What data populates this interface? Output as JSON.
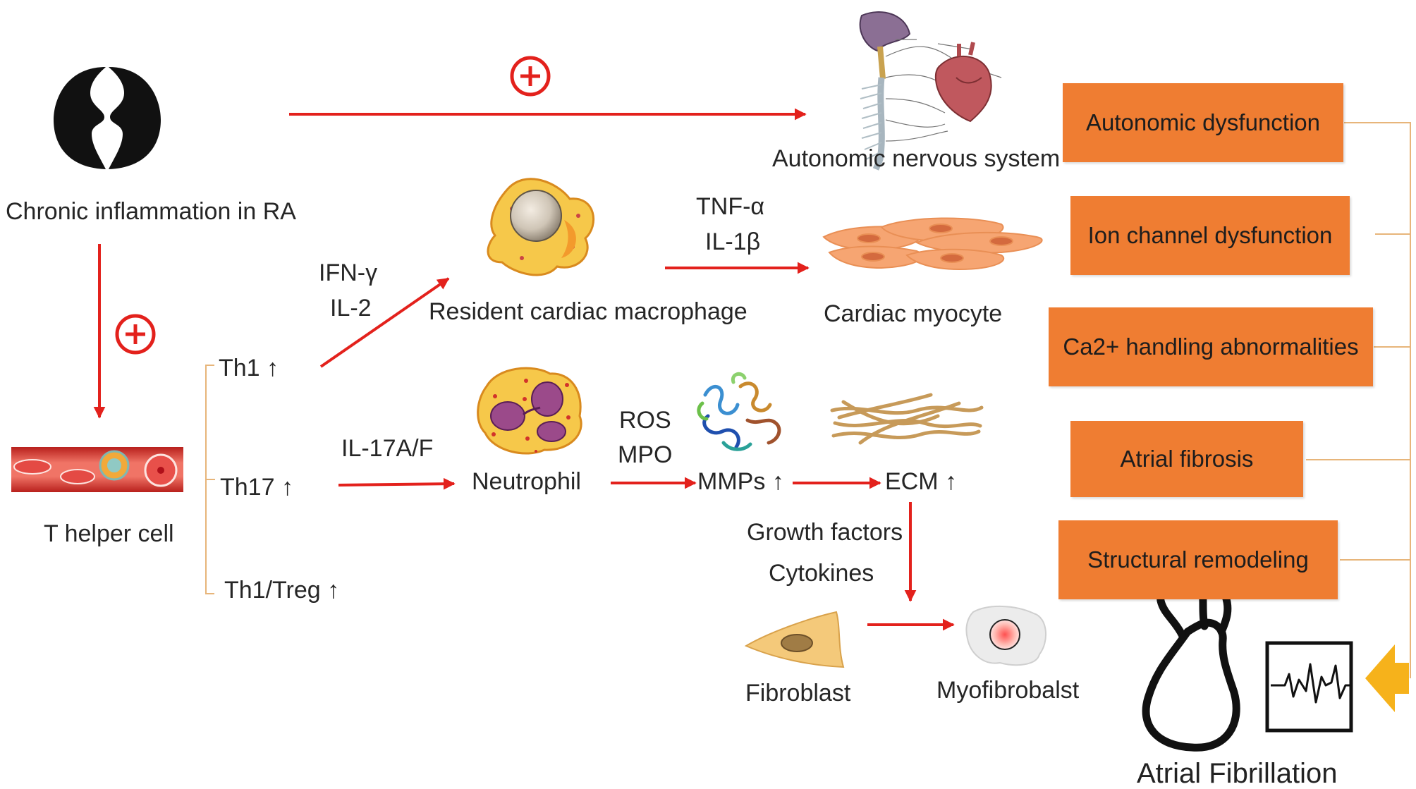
{
  "colors": {
    "arrow": "#e3211c",
    "box_fill": "#ef7d32",
    "bracket": "#e7b57a",
    "yellow_arrow": "#f6b21b"
  },
  "icons": [
    "ra-joint-icon",
    "blood-vessel-icon",
    "macrophage-icon",
    "neutrophil-icon",
    "mmp-protein-icon",
    "ecm-fibers-icon",
    "cardiac-myocyte-icon",
    "nervous-system-heart-icon",
    "fibroblast-icon",
    "myofibroblast-icon",
    "heart-outline-icon",
    "ecg-monitor-icon"
  ],
  "nodes": {
    "chronic_inflammation": "Chronic inflammation in RA",
    "t_helper": "T helper cell",
    "th1": "Th1 ↑",
    "th17": "Th17 ↑",
    "th1_treg": "Th1/Treg ↑",
    "macrophage": "Resident cardiac macrophage",
    "neutrophil": "Neutrophil",
    "mmps": "MMPs ↑",
    "ecm": "ECM ↑",
    "cardiac_myocyte": "Cardiac myocyte",
    "ans": "Autonomic nervous system",
    "fibroblast": "Fibroblast",
    "myofibroblast": "Myofibrobalst",
    "atrial_fibrillation": "Atrial Fibrillation"
  },
  "edge_labels": {
    "ifn": "IFN-γ",
    "il2": "IL-2",
    "il17": "IL-17A/F",
    "tnf": "TNF-α",
    "il1b": "IL-1β",
    "ros": "ROS",
    "mpo": "MPO",
    "growth_factors": "Growth factors",
    "cytokines": "Cytokines",
    "plus": "+"
  },
  "mechanisms": [
    "Autonomic dysfunction",
    "Ion channel dysfunction",
    "Ca2+ handling abnormalities",
    "Atrial fibrosis",
    "Structural remodeling"
  ]
}
